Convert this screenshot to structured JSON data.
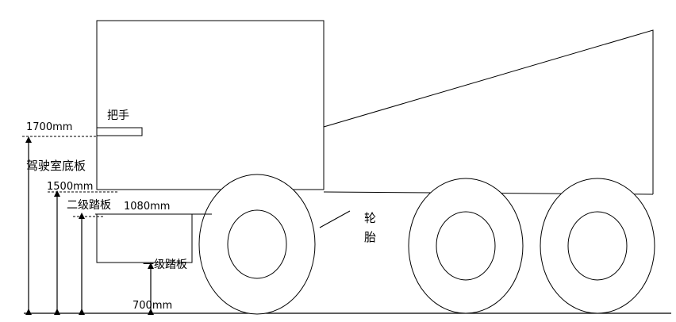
{
  "labels": {
    "handle": "把手",
    "h1700": "1700mm",
    "cab_floor": "驾驶室底板",
    "h1500": "1500mm",
    "second_step": "二级踏板",
    "h1080": "1080mm",
    "first_step": "一级踏板",
    "h700": "700mm",
    "tire_1": "轮",
    "tire_2": "胎"
  },
  "colors": {
    "stroke": "#000000",
    "background": "#ffffff"
  }
}
